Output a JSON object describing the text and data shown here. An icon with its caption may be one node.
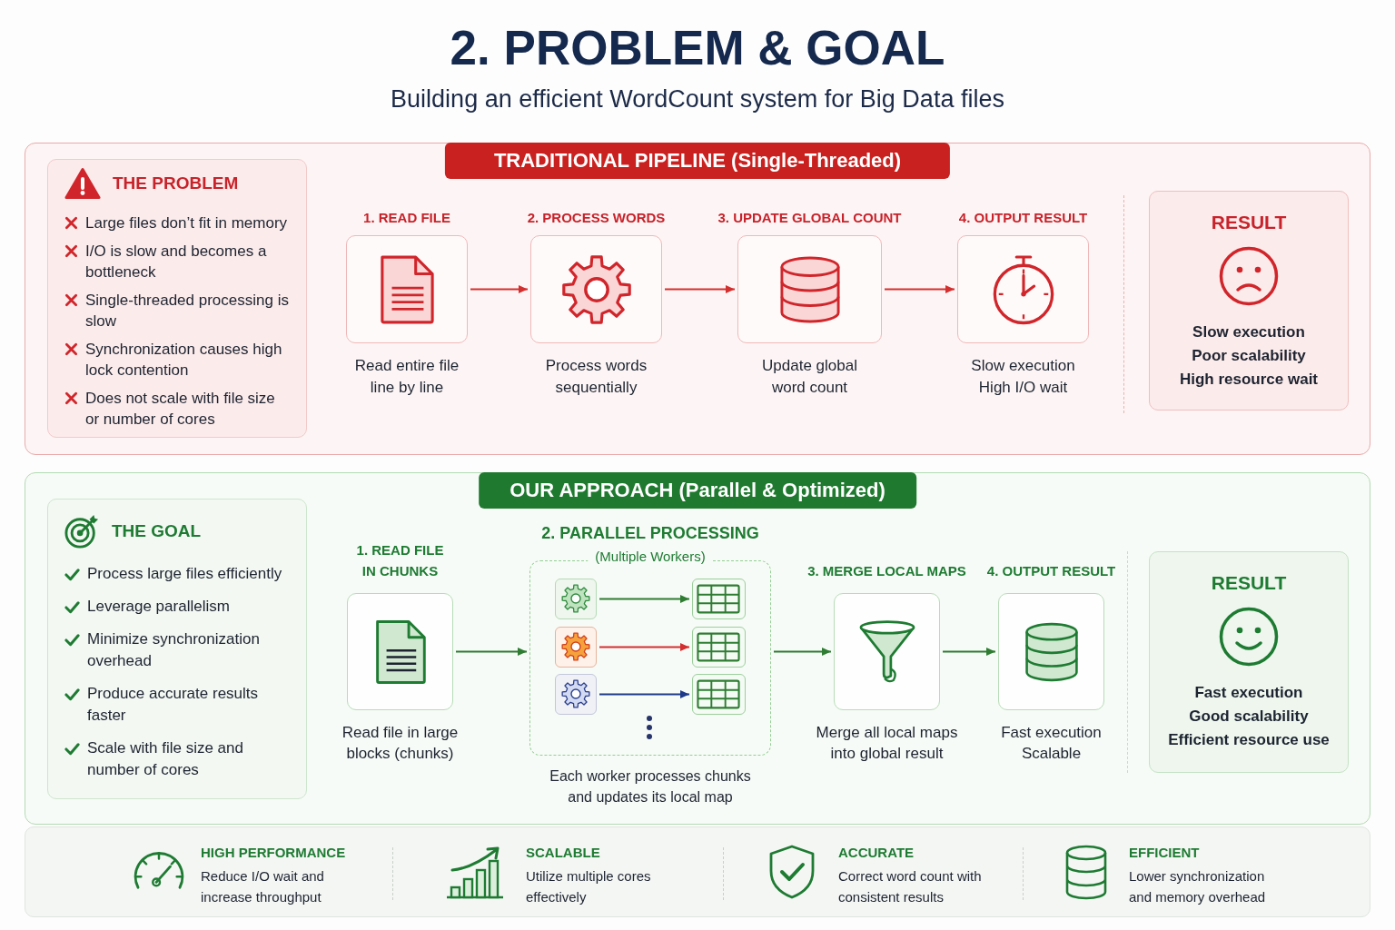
{
  "diagram": {
    "title": "2. PROBLEM & GOAL",
    "nodes": [
      {
        "text": [
          "TRADITIONAL PIPELINE (Single-Threaded)"
        ]
      },
      {
        "text": [
          "THE PROBLEM",
          "Large files don’t fit in memory",
          "I/O is slow and becomes a bottleneck",
          "Single-threaded processing is slow",
          "Synchronization causes high lock contention",
          "Does not scale with file size or number of cores"
        ],
        "in": 0
      },
      {
        "text": [
          "1. READ FILE"
        ],
        "beside": [
          "Read entire file line by line"
        ],
        "in": 0
      },
      {
        "text": [
          "2. PROCESS WORDS"
        ],
        "beside": [
          "Process words sequentially"
        ],
        "in": 0
      },
      {
        "text": [
          "3. UPDATE GLOBAL COUNT"
        ],
        "beside": [
          "Update global word count"
        ],
        "in": 0
      },
      {
        "text": [
          "4. OUTPUT RESULT"
        ],
        "beside": [
          "Slow execution",
          "High I/O wait"
        ],
        "in": 0
      },
      {
        "text": [
          "RESULT",
          "Slow execution",
          "Poor scalability",
          "High resource wait"
        ],
        "in": 0
      },
      {
        "text": [
          "OUR APPROACH (Parallel & Optimized)"
        ]
      },
      {
        "text": [
          "THE GOAL",
          "Process large files efficiently",
          "Leverage parallelism",
          "Minimize synchronization overhead",
          "Produce accurate results faster",
          "Scale with file size and number of cores"
        ],
        "in": 7
      },
      {
        "text": [
          "1. READ FILE IN CHUNKS"
        ],
        "beside": [
          "Read file in large blocks (chunks)"
        ],
        "in": 7
      },
      {
        "text": [
          "2. PARALLEL PROCESSING",
          "(Multiple Workers)"
        ],
        "beside": [
          "Each worker processes chunks and updates its local map"
        ],
        "in": 7
      },
      {
        "text": [],
        "shape": "box",
        "in": 10
      },
      {
        "text": [],
        "shape": "box",
        "in": 10
      },
      {
        "text": [],
        "shape": "box",
        "in": 10
      },
      {
        "text": [],
        "shape": "box",
        "in": 10
      },
      {
        "text": [],
        "shape": "box",
        "in": 10
      },
      {
        "text": [],
        "shape": "box",
        "in": 10
      },
      {
        "text": [
          "3. MERGE LOCAL MAPS"
        ],
        "beside": [
          "Merge all local maps into global result"
        ],
        "in": 7
      },
      {
        "text": [
          "4. OUTPUT RESULT"
        ],
        "beside": [
          "Fast execution",
          "Scalable"
        ],
        "in": 7
      },
      {
        "text": [
          "RESULT",
          "Fast execution",
          "Good scalability",
          "Efficient resource use"
        ],
        "in": 7
      },
      {
        "text": [
          "HIGH PERFORMANCE",
          "Reduce I/O wait and increase throughput",
          "SCALABLE",
          "Utilize multiple cores effectively",
          "ACCURATE",
          "Correct word count with consistent results",
          "EFFICIENT",
          "Lower synchronization and memory overhead"
        ]
      }
    ],
    "edges": [
      {
        "from": 2,
        "to": 3,
        "arrow": "to",
        "color": "#d32f2f"
      },
      {
        "from": 3,
        "to": 4,
        "arrow": "to",
        "color": "#d32f2f"
      },
      {
        "from": 4,
        "to": 5,
        "arrow": "to",
        "color": "#d32f2f"
      },
      {
        "from": 9,
        "to": 10,
        "arrow": "to",
        "color": "#2e7d32"
      },
      {
        "from": 11,
        "to": 14,
        "arrow": "to",
        "color": "#2e7d32"
      },
      {
        "from": 12,
        "to": 15,
        "arrow": "to",
        "color": "#d32f2f"
      },
      {
        "from": 13,
        "to": 16,
        "arrow": "to",
        "color": "#1e3a8a"
      },
      {
        "from": 10,
        "to": 17,
        "arrow": "to",
        "color": "#2e7d32"
      },
      {
        "from": 17,
        "to": 18,
        "arrow": "to",
        "color": "#2e7d32"
      }
    ],
    "labels": [
      "Building an efficient WordCount system for Big Data files"
    ]
  }
}
